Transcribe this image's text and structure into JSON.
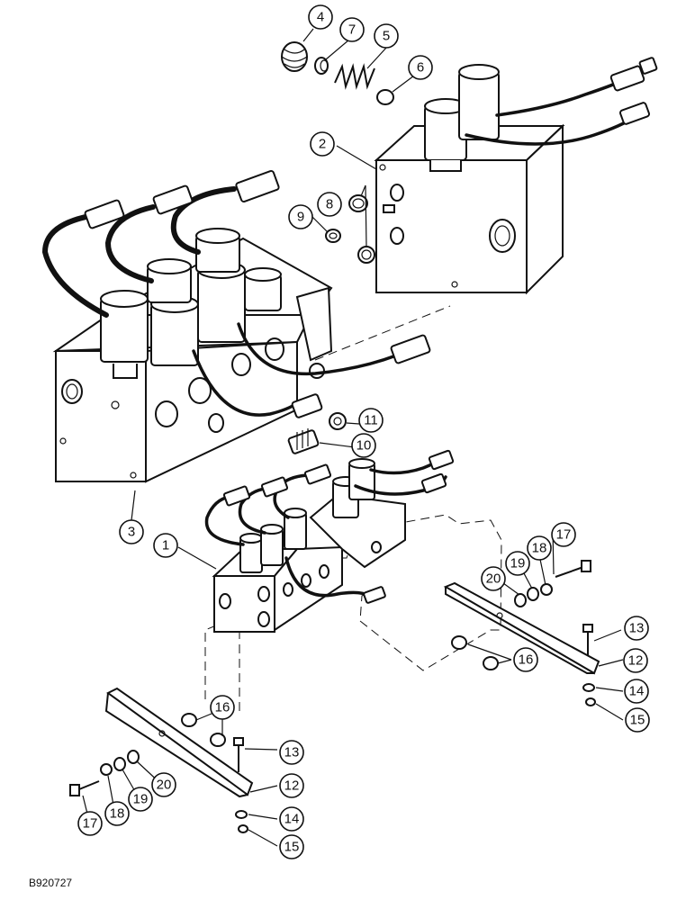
{
  "figure_code": "B920727",
  "callouts": [
    "1",
    "2",
    "3",
    "4",
    "5",
    "6",
    "7",
    "8",
    "9",
    "10",
    "11",
    "12",
    "13",
    "14",
    "15",
    "16",
    "17",
    "18",
    "19",
    "20"
  ]
}
